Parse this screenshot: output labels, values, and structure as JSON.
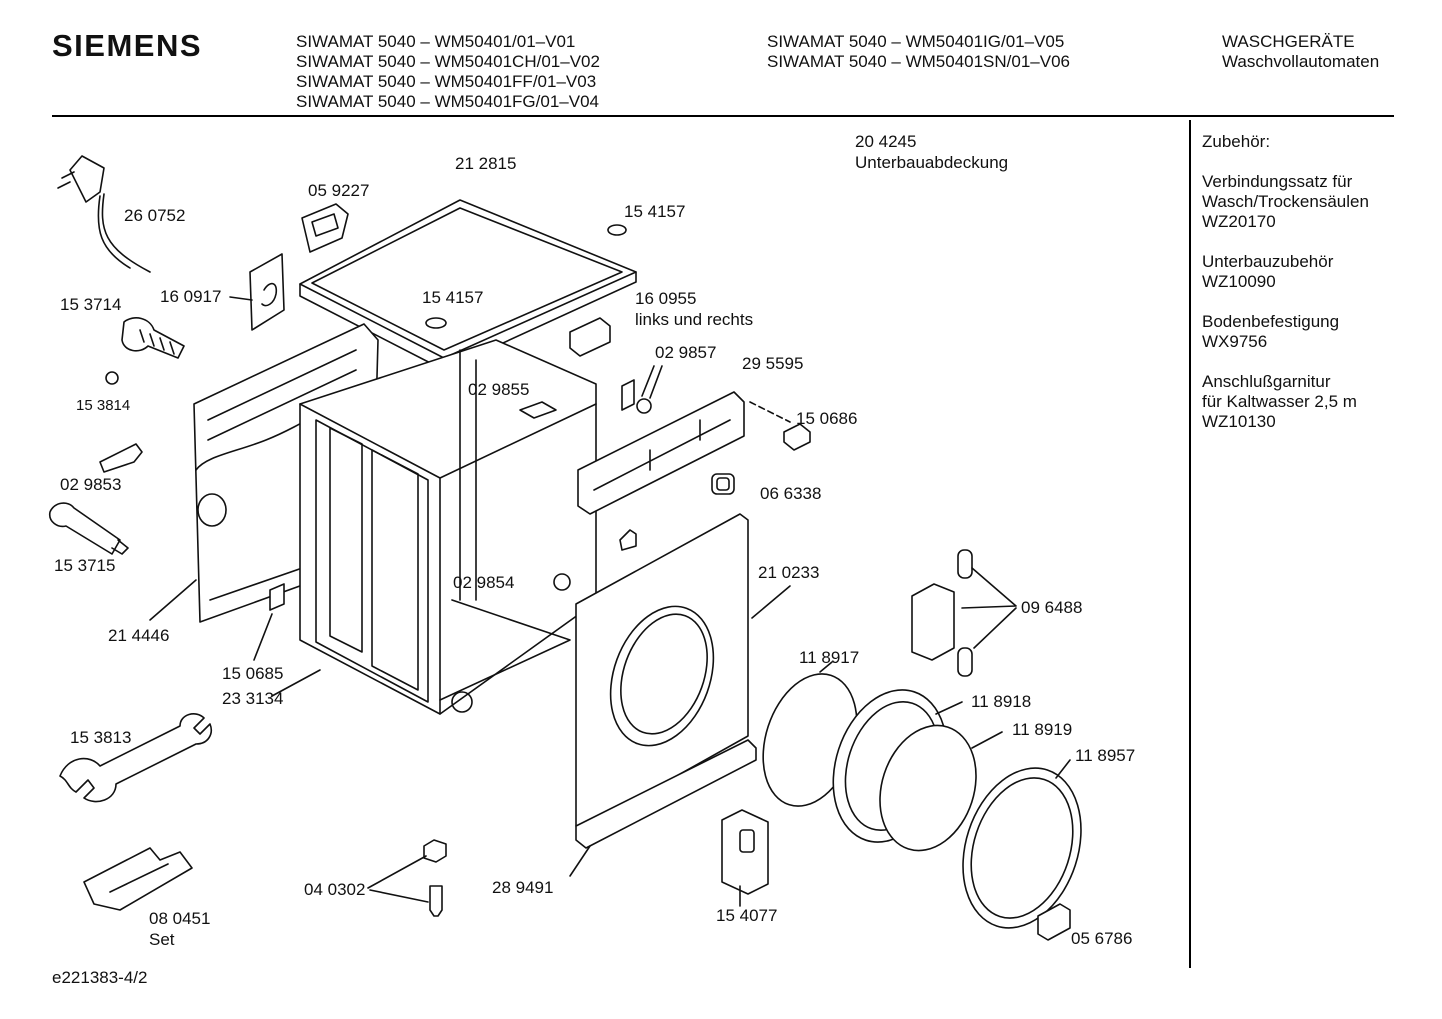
{
  "brand": "SIEMENS",
  "header": {
    "models_col1": [
      "SIWAMAT 5040 – WM50401/01–V01",
      "SIWAMAT 5040 – WM50401CH/01–V02",
      "SIWAMAT 5040 – WM50401FF/01–V03",
      "SIWAMAT 5040 – WM50401FG/01–V04"
    ],
    "models_col2": [
      "SIWAMAT 5040 – WM50401IG/01–V05",
      "SIWAMAT 5040 – WM50401SN/01–V06"
    ],
    "category": [
      "WASCHGERÄTE",
      "Waschvollautomaten"
    ]
  },
  "accessories": {
    "title": "Zubehör:",
    "groups": [
      [
        "Verbindungssatz für",
        "Wasch/Trockensäulen",
        "WZ20170"
      ],
      [
        "Unterbauzubehör",
        "WZ10090"
      ],
      [
        "Bodenbefestigung",
        "WX9756"
      ],
      [
        "Anschlußgarnitur",
        "für Kaltwasser 2,5 m",
        "WZ10130"
      ]
    ]
  },
  "parts": {
    "p260752": "26 0752",
    "p212815": "21 2815",
    "p059227": "05 9227",
    "p154157a": "15 4157",
    "p154157b": "15 4157",
    "p204245": "20 4245",
    "p204245_desc": "Unterbauabdeckung",
    "p153714": "15 3714",
    "p160917": "16 0917",
    "p160955": "16 0955",
    "p160955_desc": "links und rechts",
    "p153814": "15 3814",
    "p029857": "02 9857",
    "p295595": "29 5595",
    "p029855": "02 9855",
    "p150686": "15 0686",
    "p029853": "02 9853",
    "p066338": "06 6338",
    "p153715": "15 3715",
    "p210233": "21 0233",
    "p029854": "02 9854",
    "p096488": "09 6488",
    "p214446": "21 4446",
    "p118917": "11 8917",
    "p150685": "15 0685",
    "p233134": "23 3134",
    "p118918": "11 8918",
    "p118919": "11 8919",
    "p153813": "15 3813",
    "p118957": "11 8957",
    "p040302": "04 0302",
    "p289491": "28 9491",
    "p080451": "08 0451",
    "p080451_desc": "Set",
    "p154077": "15 4077",
    "p056786": "05 6786"
  },
  "footer_code": "e221383-4/2"
}
